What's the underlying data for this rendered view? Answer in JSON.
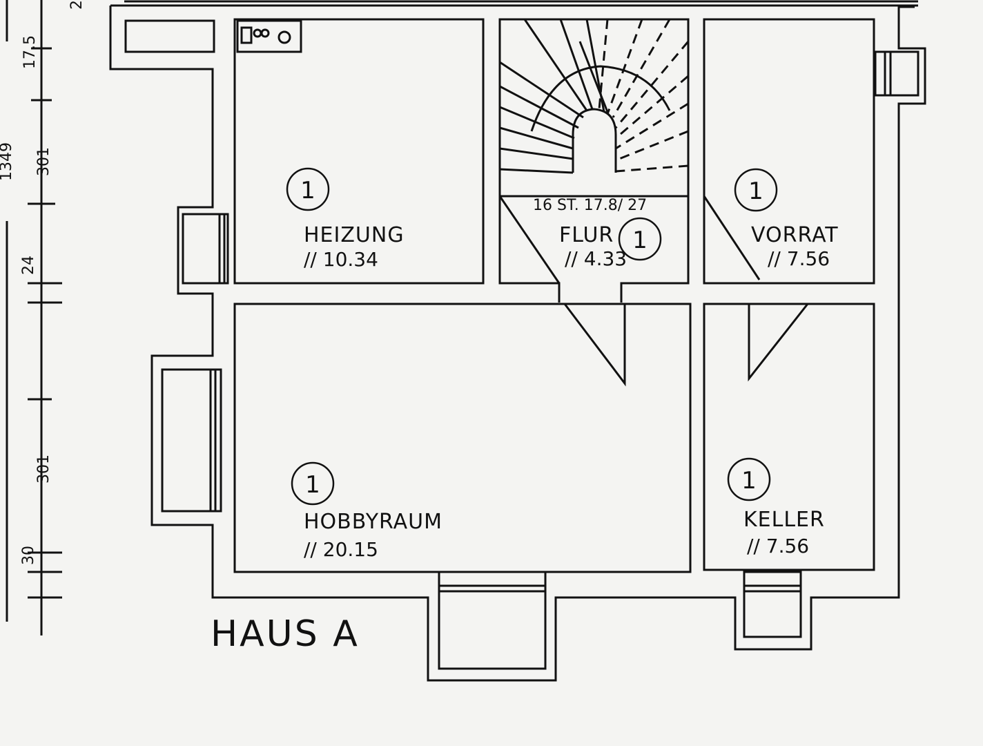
{
  "plan": {
    "title": "HAUS A",
    "stair_spec": "16 ST. 17.8/ 27",
    "rooms": [
      {
        "id": "heizung",
        "name": "HEIZUNG",
        "area": "// 10.34",
        "marker": "1"
      },
      {
        "id": "flur",
        "name": "FLUR",
        "area": "// 4.33",
        "marker": "1"
      },
      {
        "id": "vorrat",
        "name": "VORRAT",
        "area": "// 7.56",
        "marker": "1"
      },
      {
        "id": "hobbyraum",
        "name": "HOBBYRAUM",
        "area": "// 20.15",
        "marker": "1"
      },
      {
        "id": "keller",
        "name": "KELLER",
        "area": "// 7.56",
        "marker": "1"
      }
    ],
    "dimensions": [
      "2",
      "17.5",
      "301",
      "24",
      "301",
      "30"
    ],
    "total_dimension": "1349"
  }
}
